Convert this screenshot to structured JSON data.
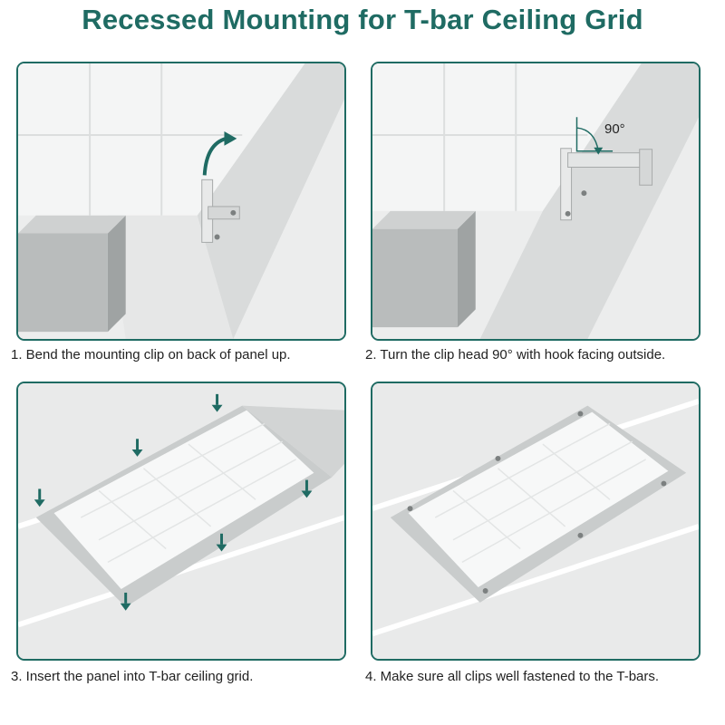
{
  "title": "Recessed Mounting for T-bar Ceiling Grid",
  "steps": [
    {
      "caption": "1. Bend the mounting clip on back of panel up."
    },
    {
      "caption": "2. Turn the clip head 90° with hook facing outside.",
      "angle_label": "90°"
    },
    {
      "caption": "3. Insert the panel into T-bar ceiling grid."
    },
    {
      "caption": "4. Make sure all clips well fastened to the T-bars."
    }
  ],
  "colors": {
    "title": "#1f6b63",
    "panel_border": "#1f6b63",
    "arrow": "#1f6b63",
    "caption": "#222222"
  }
}
